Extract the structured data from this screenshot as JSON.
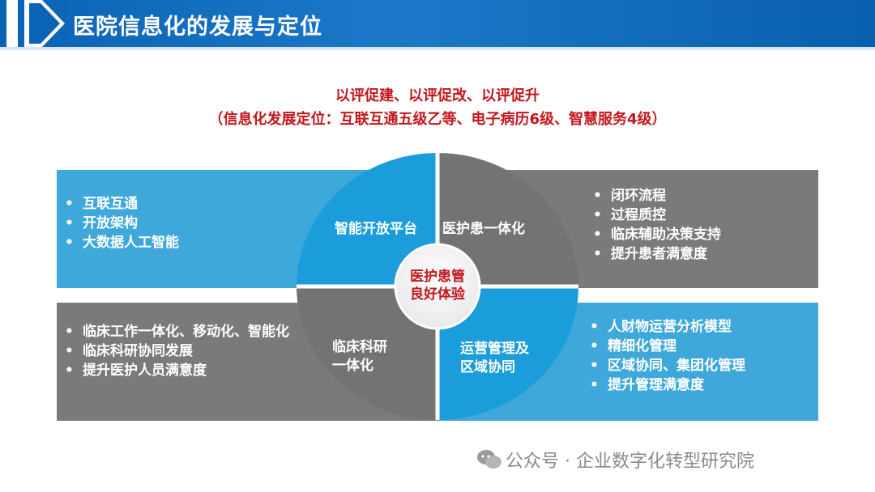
{
  "header": {
    "title": "医院信息化的发展与定位"
  },
  "subtitle": {
    "line1": "以评促建、以评促改、以评促升",
    "line2": "（信息化发展定位：互联互通五级乙等、电子病历6级、智慧服务4级）"
  },
  "quadrants": {
    "top_left": {
      "label": "智能开放平台",
      "items": [
        "互联互通",
        "开放架构",
        "大数据人工智能"
      ]
    },
    "top_right": {
      "label": "医护患一体化",
      "items": [
        "闭环流程",
        "过程质控",
        "临床辅助决策支持",
        "提升患者满意度"
      ]
    },
    "bottom_left": {
      "label_line1": "临床科研",
      "label_line2": "一体化",
      "items": [
        "临床工作一体化、移动化、智能化",
        "临床科研协同发展",
        "提升医护人员满意度"
      ]
    },
    "bottom_right": {
      "label_line1": "运营管理及",
      "label_line2": "区域协同",
      "items": [
        "人财物运营分析模型",
        "精细化管理",
        "区域协同、集团化管理",
        "提升管理满意度"
      ]
    }
  },
  "center": {
    "line1": "医护患管",
    "line2": "良好体验"
  },
  "footer": {
    "text": "公众号 · 企业数字化转型研究院",
    "icon": "wechat-icon"
  },
  "colors": {
    "blue": "#1b9ddb",
    "gray": "#7a7a7a",
    "red": "#c4161c",
    "header": "#0b63b5"
  }
}
